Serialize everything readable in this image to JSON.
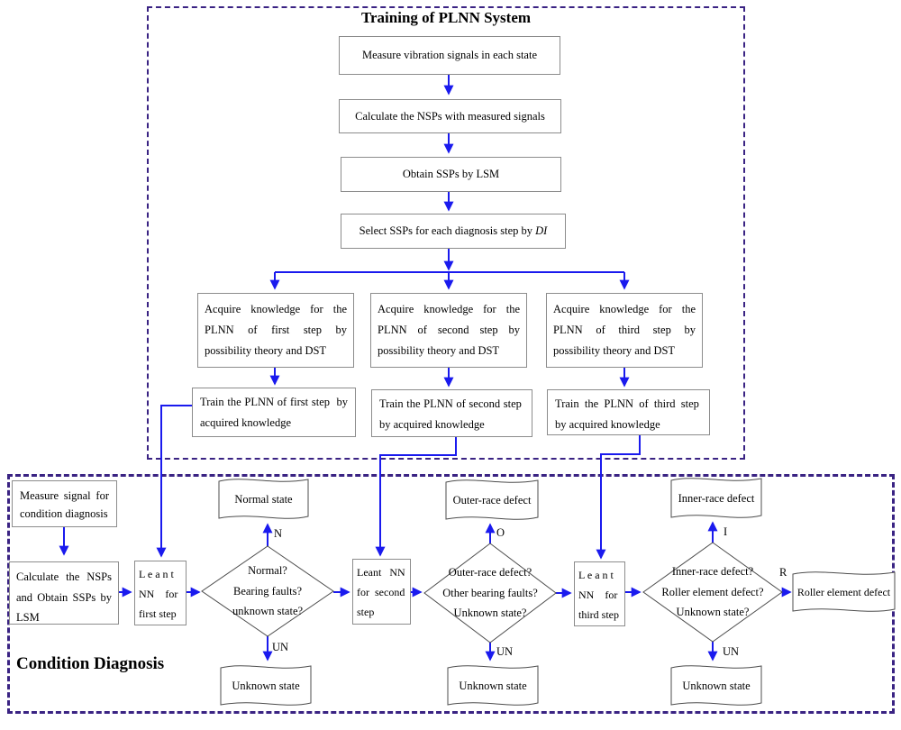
{
  "colors": {
    "arrow_blue": "#1a1aee",
    "dashed_purple": "#3a2383",
    "box_border_gray": "#8c8c8c",
    "shape_border_gray": "#4d4d4d"
  },
  "training": {
    "title": "Training of PLNN System",
    "step1": "Measure vibration signals in each state",
    "step2": "Calculate the NSPs with measured signals",
    "step3": "Obtain SSPs by LSM",
    "step4_prefix": "Select SSPs for each diagnosis step by ",
    "step4_italic": "DI",
    "acquire1": "Acquire knowledge for the PLNN of first step by possibility theory and DST",
    "acquire2": "Acquire knowledge for the PLNN of second step by possibility theory and DST",
    "acquire3": "Acquire knowledge for the PLNN of third step by possibility theory and DST",
    "train1": "Train the PLNN of first step  by acquired knowledge",
    "train2": "Train the PLNN of second step  by acquired knowledge",
    "train3": "Train the PLNN of third step  by acquired knowledge"
  },
  "diagnosis": {
    "title": "Condition Diagnosis",
    "measure": "Measure signal for condition diagnosis",
    "calculate": "Calculate the NSPs and Obtain SSPs by LSM",
    "nn1": [
      "L e a n t",
      "NN    for",
      "first step"
    ],
    "nn2": [
      "Leant   NN",
      "for  second",
      "step"
    ],
    "nn3": [
      "L e a n t",
      "NN    for",
      "third step"
    ],
    "decision1": [
      "Normal?",
      "Bearing faults?",
      "unknown state?"
    ],
    "decision2": [
      "Outer-race defect?",
      "Other bearing faults?",
      "Unknown state?"
    ],
    "decision3": [
      "Inner-race defect?",
      "Roller element defect?",
      "Unknown state?"
    ],
    "doc_normal": "Normal state",
    "doc_unknown": "Unknown state",
    "doc_outer": "Outer-race defect",
    "doc_inner": "Inner-race defect",
    "doc_roller": "Roller element defect",
    "label_n": "N",
    "label_un": "UN",
    "label_o": "O",
    "label_i": "I",
    "label_r": "R"
  }
}
